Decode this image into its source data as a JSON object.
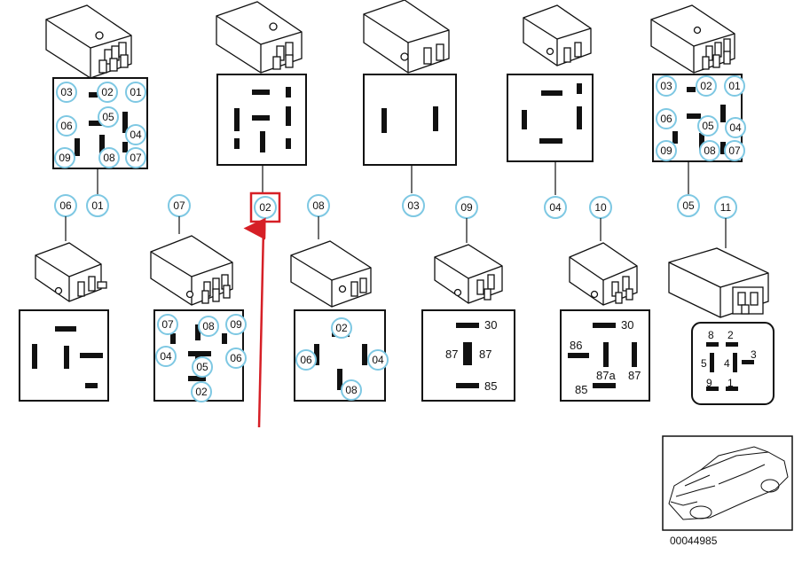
{
  "title": "",
  "callout_color": "#7ec8e3",
  "highlight_color": "#d61f26",
  "arrow_color": "#d61f26",
  "callouts_top": [
    {
      "id": "t06",
      "label": "06"
    },
    {
      "id": "t01",
      "label": "01"
    },
    {
      "id": "t07",
      "label": "07"
    },
    {
      "id": "t02",
      "label": "02"
    },
    {
      "id": "t08",
      "label": "08"
    },
    {
      "id": "t03",
      "label": "03"
    },
    {
      "id": "t09",
      "label": "09"
    },
    {
      "id": "t04",
      "label": "04"
    },
    {
      "id": "t10",
      "label": "10"
    },
    {
      "id": "t05",
      "label": "05"
    },
    {
      "id": "t11",
      "label": "11"
    }
  ],
  "relay1_pins": [
    "03",
    "02",
    "01",
    "06",
    "05",
    "04",
    "09",
    "08",
    "07"
  ],
  "relay5_pins": [
    "03",
    "02",
    "01",
    "06",
    "05",
    "04",
    "09",
    "08",
    "07"
  ],
  "relay7_pins": [
    "07",
    "08",
    "09",
    "04",
    "05",
    "06",
    "02"
  ],
  "relay8_pins": [
    "02",
    "06",
    "04",
    "08"
  ],
  "relay9_terms": [
    "30",
    "87",
    "87",
    "85"
  ],
  "relay10_terms": [
    "30",
    "86",
    "87a",
    "87",
    "85"
  ],
  "relay11_terms": [
    "8",
    "2",
    "5",
    "4",
    "3",
    "9",
    "1"
  ],
  "highlight_label": "02",
  "reference_number": "00044985",
  "icons": [
    "relay-icon",
    "car-icon",
    "arrow-icon"
  ]
}
